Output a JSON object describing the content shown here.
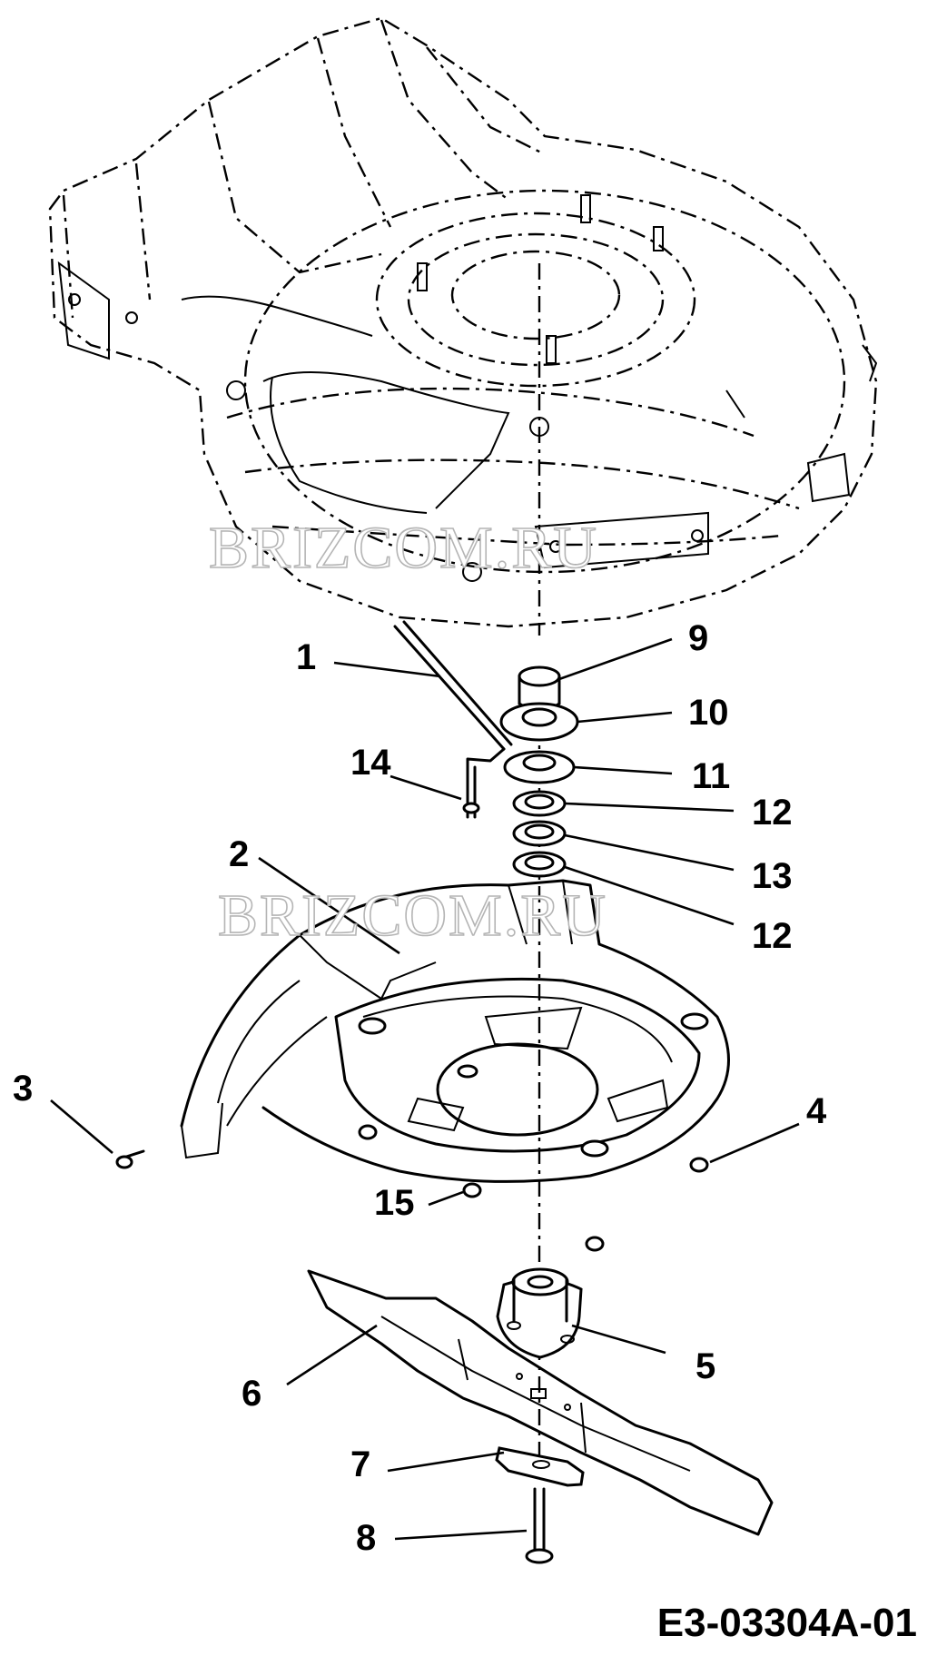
{
  "diagram": {
    "callouts": [
      {
        "id": "c1",
        "text": "1"
      },
      {
        "id": "c2",
        "text": "2"
      },
      {
        "id": "c3",
        "text": "3"
      },
      {
        "id": "c4",
        "text": "4"
      },
      {
        "id": "c5",
        "text": "5"
      },
      {
        "id": "c6",
        "text": "6"
      },
      {
        "id": "c7",
        "text": "7"
      },
      {
        "id": "c8",
        "text": "8"
      },
      {
        "id": "c9",
        "text": "9"
      },
      {
        "id": "c10",
        "text": "10"
      },
      {
        "id": "c11",
        "text": "11"
      },
      {
        "id": "c12a",
        "text": "12"
      },
      {
        "id": "c13",
        "text": "13"
      },
      {
        "id": "c12b",
        "text": "12"
      },
      {
        "id": "c14",
        "text": "14"
      },
      {
        "id": "c15",
        "text": "15"
      }
    ],
    "figure_code": "E3-03304A-01",
    "watermarks": [
      "BRIZCOM.RU",
      "BRIZCOM.RU"
    ]
  }
}
